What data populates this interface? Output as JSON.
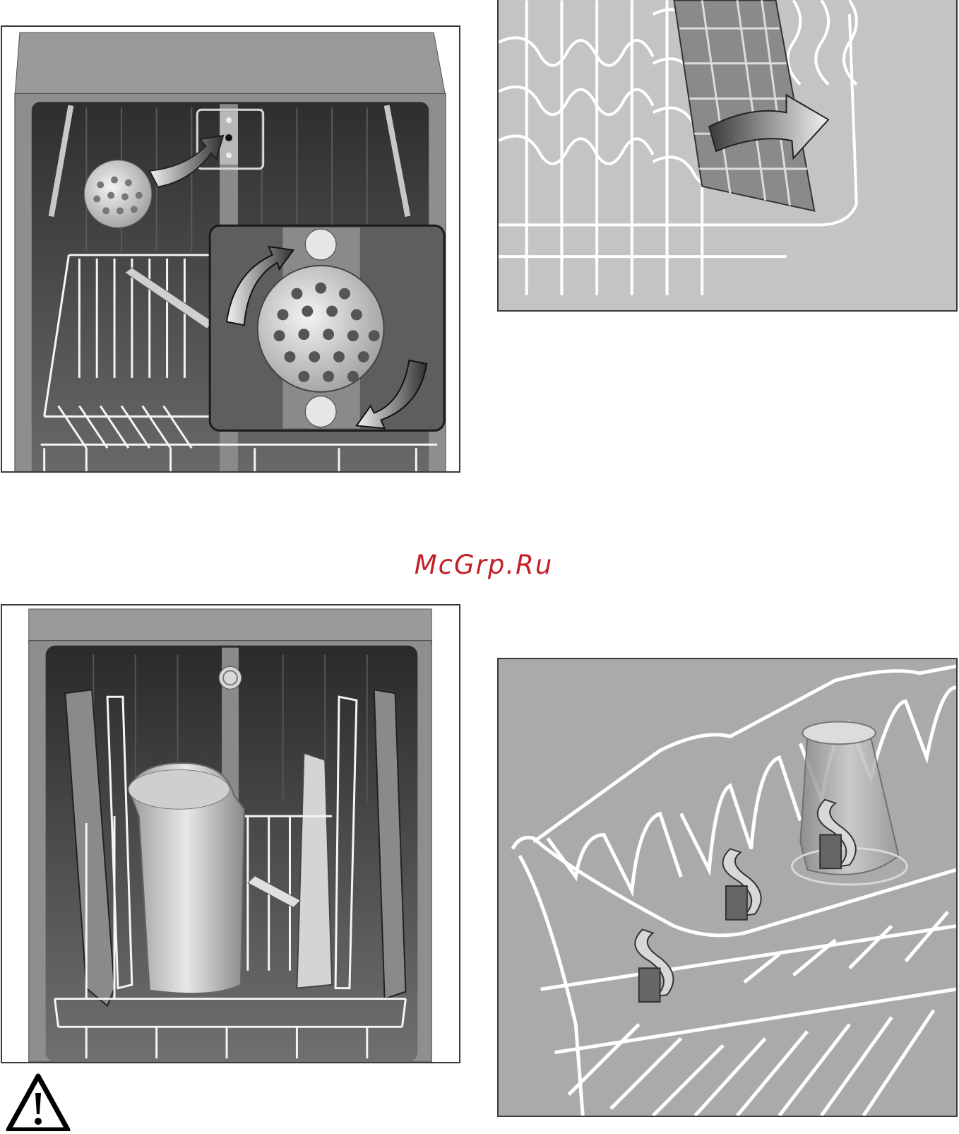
{
  "watermark": {
    "text": "McGrp.Ru",
    "color": "#c4202a"
  },
  "figures": [
    {
      "id": "fig1",
      "icon": "dishwasher-filter-install-illustration"
    },
    {
      "id": "fig2",
      "icon": "folding-spike-rack-illustration"
    },
    {
      "id": "fig3",
      "icon": "large-items-loaded-illustration"
    },
    {
      "id": "fig4",
      "icon": "basket-clips-illustration"
    }
  ],
  "warning": {
    "icon": "warning-triangle-icon"
  }
}
